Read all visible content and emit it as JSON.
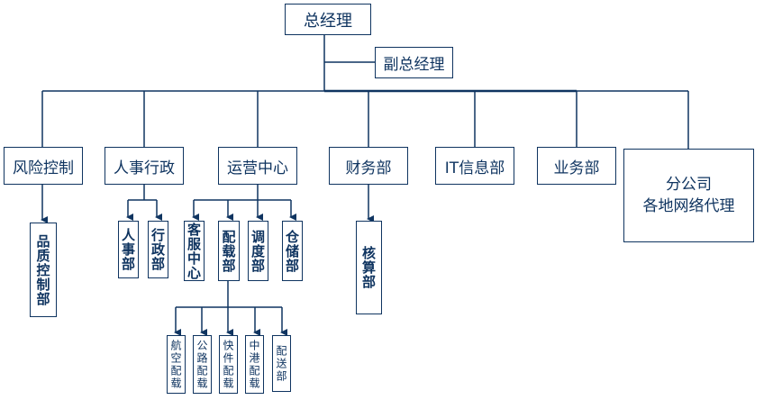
{
  "chart_title": "",
  "colors": {
    "line": "#0f3460",
    "text": "#0f3460",
    "background": "#ffffff"
  },
  "org": {
    "ceo": "总经理",
    "deputy": "副总经理",
    "departments": [
      {
        "id": "risk",
        "label": "风险控制",
        "children": [
          "品质控制部"
        ]
      },
      {
        "id": "hr_admin",
        "label": "人事行政",
        "children": [
          "人事部",
          "行政部"
        ]
      },
      {
        "id": "operations",
        "label": "运营中心",
        "children": [
          "客服中心",
          "配载部",
          "调度部",
          "仓储部"
        ]
      },
      {
        "id": "finance",
        "label": "财务部",
        "children": [
          "核算部"
        ]
      },
      {
        "id": "it",
        "label": "IT信息部",
        "children": []
      },
      {
        "id": "business",
        "label": "业务部",
        "children": []
      },
      {
        "id": "branch",
        "label_line1": "分公司",
        "label_line2": "各地网络代理",
        "children": []
      }
    ],
    "stowage_children": [
      "航空配载",
      "公路配载",
      "快件配载",
      "中港配载",
      "配送部"
    ]
  }
}
